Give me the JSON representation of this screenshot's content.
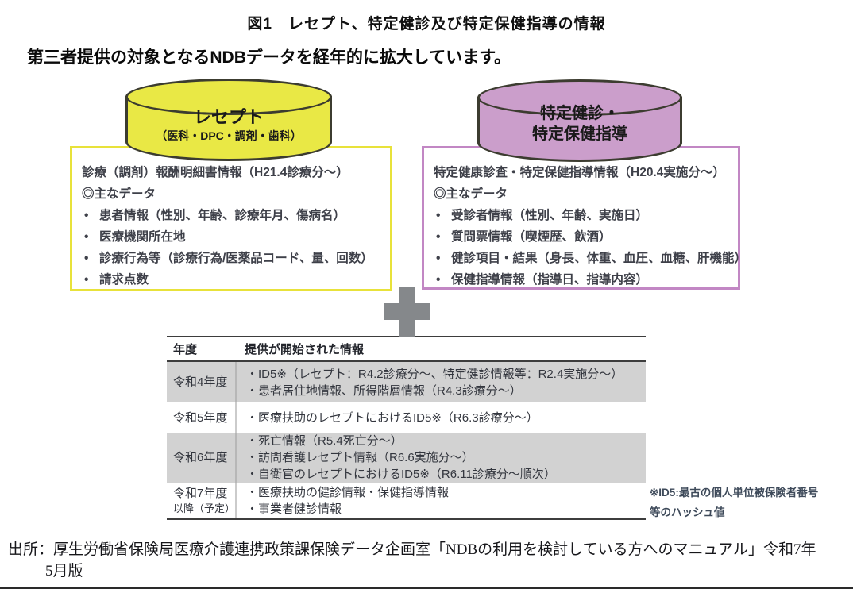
{
  "figure": {
    "title": "図1　レセプト、特定健診及び特定保健指導の情報",
    "heading": "第三者提供の対象となるNDBデータを経年的に拡大しています。"
  },
  "receipt": {
    "cylinder": {
      "title": "レセプト",
      "subtitle": "（医科・DPC・調剤・歯科）"
    },
    "box": {
      "intro": "診療（調剤）報酬明細書情報（H21.4診療分～）",
      "data_label": "◎主なデータ",
      "bullet": "•",
      "items": [
        "患者情報（性別、年齢、診療年月、傷病名）",
        "医療機関所在地",
        "診療行為等（診療行為/医薬品コード、量、回数）",
        "請求点数"
      ]
    }
  },
  "kenshin": {
    "cylinder": {
      "title_line1": "特定健診・",
      "title_line2": "特定保健指導"
    },
    "box": {
      "intro": "特定健康診査・特定保健指導情報（H20.4実施分～）",
      "data_label": "◎主なデータ",
      "bullet": "•",
      "items": [
        "受診者情報（性別、年齢、実施日）",
        "質問票情報（喫煙歴、飲酒）",
        "健診項目・結果（身長、体重、血圧、血糖、肝機能）",
        "保健指導情報（指導日、指導内容）"
      ]
    }
  },
  "table": {
    "header": {
      "year": "年度",
      "info": "提供が開始された情報"
    },
    "rows": [
      {
        "year": "令和4年度",
        "year2": "",
        "items": [
          "・ID5※（レセプト：R4.2診療分～、特定健診情報等：R2.4実施分～）",
          "・患者居住地情報、所得階層情報（R4.3診療分～）"
        ]
      },
      {
        "year": "令和5年度",
        "year2": "",
        "items": [
          "・医療扶助のレセプトにおけるID5※（R6.3診療分～）"
        ]
      },
      {
        "year": "令和6年度",
        "year2": "",
        "items": [
          "・死亡情報（R5.4死亡分～）",
          "・訪問看護レセプト情報（R6.6実施分～）",
          "・自衛官のレセプトにおけるID5※（R6.11診療分～順次）"
        ]
      },
      {
        "year": "令和7年度",
        "year2": "以降（予定）",
        "items": [
          "・医療扶助の健診情報・保健指導情報",
          "・事業者健診情報"
        ]
      }
    ]
  },
  "note": {
    "line1": "※ID5:最古の個人単位被保険者番号",
    "line2": "等のハッシュ値"
  },
  "source": {
    "line1": "出所：厚生労働省保険局医療介護連携政策課保険データ企画室「NDBの利用を検討している方へのマニュアル」令和7年",
    "line2": "5月版"
  },
  "colors": {
    "receipt_fill": "#e9e845",
    "receipt_box_border": "#e8e23a",
    "kenshin_fill": "#cb9ecb",
    "kenshin_box_border": "#c287c4",
    "plus_gray": "#85888b",
    "row_shade": "#d2d2d2"
  }
}
